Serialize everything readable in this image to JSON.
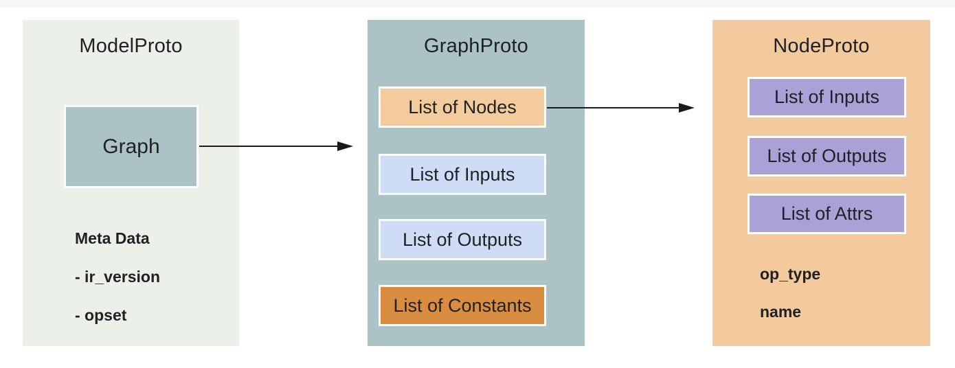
{
  "panels": {
    "model": {
      "title": "ModelProto",
      "graph_label": "Graph",
      "meta": [
        "Meta Data",
        "- ir_version",
        "- opset"
      ]
    },
    "graph": {
      "title": "GraphProto",
      "items": [
        {
          "label": "List of Nodes"
        },
        {
          "label": "List of Inputs"
        },
        {
          "label": "List of Outputs"
        },
        {
          "label": "List of Constants"
        }
      ]
    },
    "node": {
      "title": "NodeProto",
      "items": [
        {
          "label": "List of Inputs"
        },
        {
          "label": "List of Outputs"
        },
        {
          "label": "List of Attrs"
        }
      ],
      "fields": [
        "op_type",
        "name"
      ]
    }
  },
  "colors": {
    "model-bg": "#ebf0e9",
    "teal": "#abc3c6",
    "tan": "#f4cb9d",
    "blue": "#cfdcf5",
    "orange": "#d98d41",
    "peach": "#f2ca9d",
    "purple": "#aaa1d6",
    "ink": "#202124",
    "band": "#f6f7f7",
    "arrow": "#1a1a1a"
  }
}
